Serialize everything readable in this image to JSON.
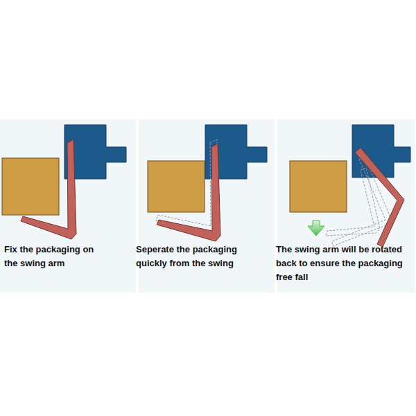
{
  "diagram": {
    "labels": [
      "Fix the packaging on the swing arm",
      "Seperate the packaging quickly from the swing",
      "The swing arm will be rotated back to ensure the packaging free fall"
    ]
  }
}
